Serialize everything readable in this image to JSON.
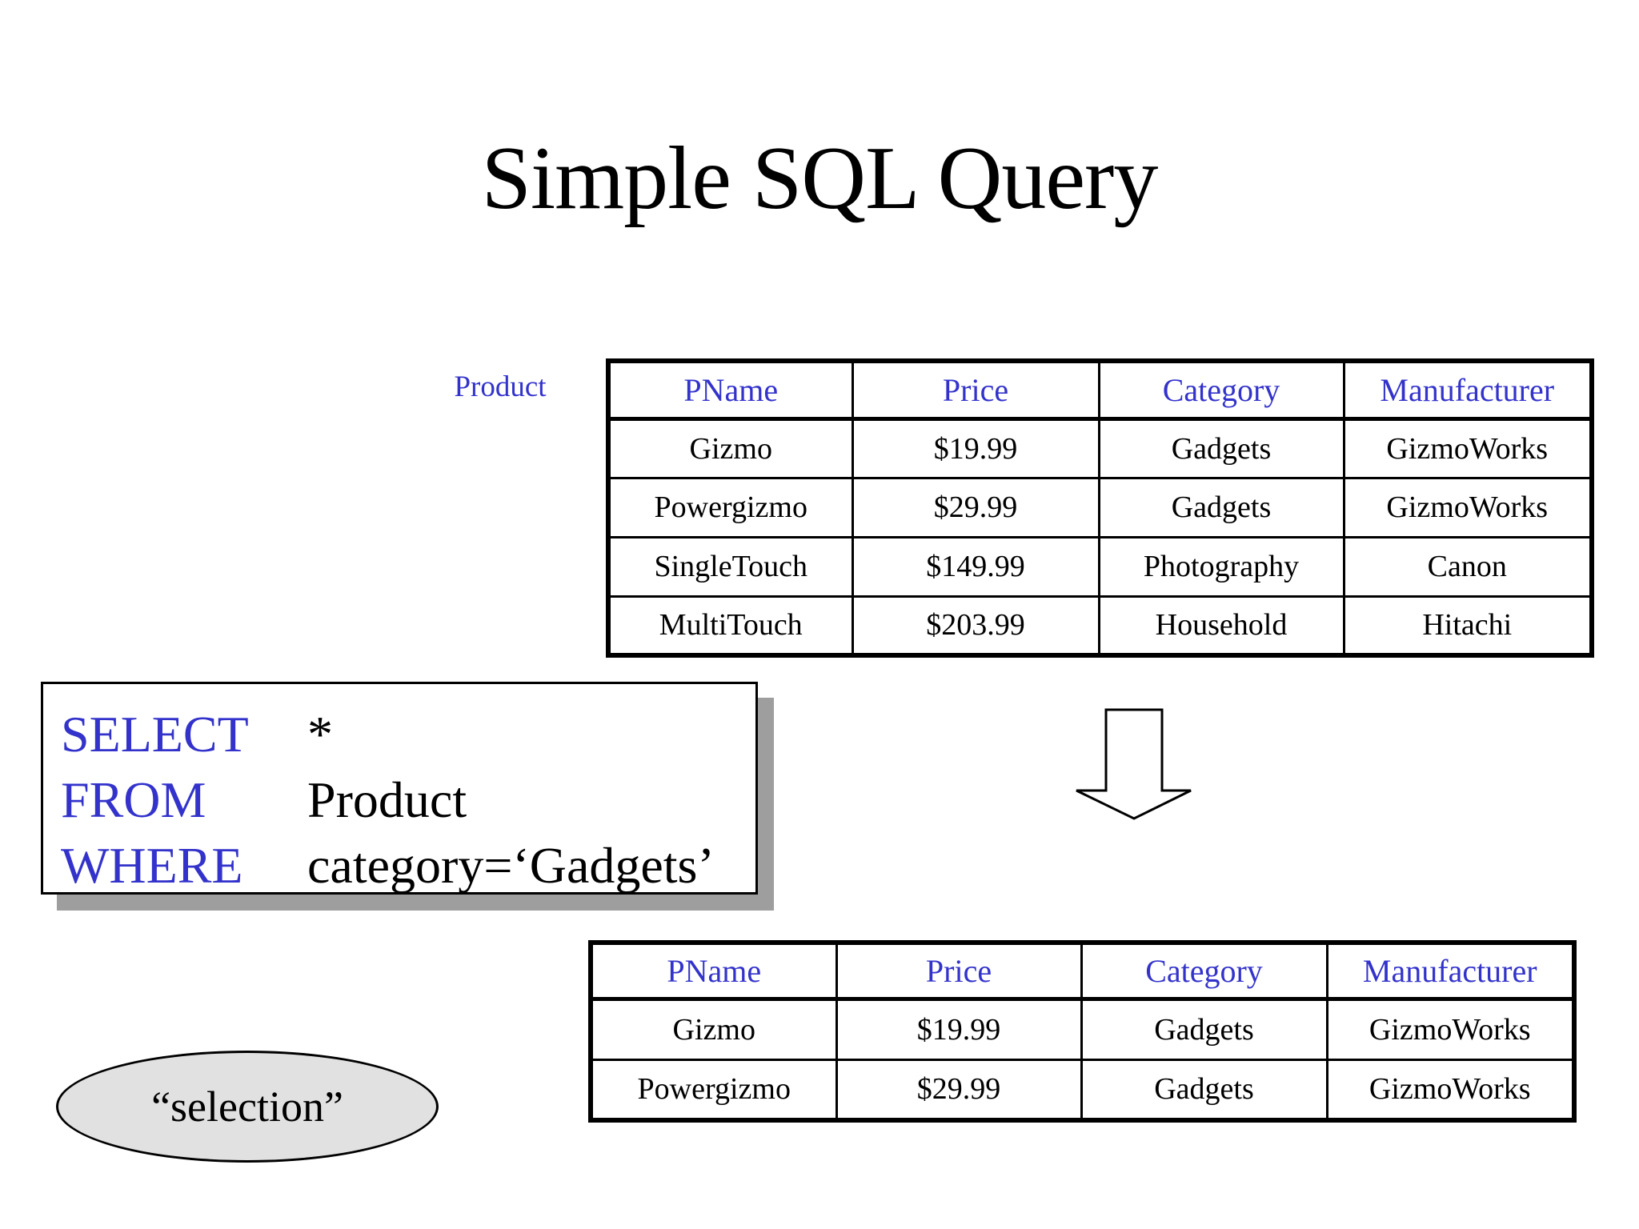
{
  "title": "Simple SQL Query",
  "colors": {
    "keyword_blue": "#3333cc",
    "text_black": "#000000",
    "box_shadow_gray": "#9e9e9e",
    "ellipse_fill_gray": "#e1e1e1",
    "background": "#ffffff"
  },
  "product_table": {
    "label": "Product",
    "columns": [
      "PName",
      "Price",
      "Category",
      "Manufacturer"
    ],
    "rows": [
      [
        "Gizmo",
        "$19.99",
        "Gadgets",
        "GizmoWorks"
      ],
      [
        "Powergizmo",
        "$29.99",
        "Gadgets",
        "GizmoWorks"
      ],
      [
        "SingleTouch",
        "$149.99",
        "Photography",
        "Canon"
      ],
      [
        "MultiTouch",
        "$203.99",
        "Household",
        "Hitachi"
      ]
    ]
  },
  "sql_query": {
    "lines": [
      {
        "keyword": "SELECT",
        "argument": "*"
      },
      {
        "keyword": "FROM",
        "argument": "Product"
      },
      {
        "keyword": "WHERE",
        "argument": "category=‘Gadgets’"
      }
    ]
  },
  "arrow": {
    "direction": "down"
  },
  "result_table": {
    "columns": [
      "PName",
      "Price",
      "Category",
      "Manufacturer"
    ],
    "rows": [
      [
        "Gizmo",
        "$19.99",
        "Gadgets",
        "GizmoWorks"
      ],
      [
        "Powergizmo",
        "$29.99",
        "Gadgets",
        "GizmoWorks"
      ]
    ]
  },
  "annotation": {
    "label": "“selection”"
  }
}
